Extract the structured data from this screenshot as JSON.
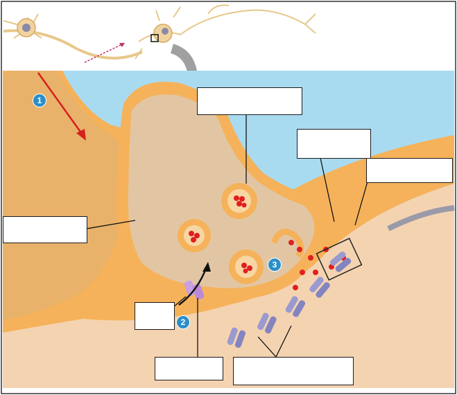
{
  "diagram": {
    "colors": {
      "background_top": "#ffffff",
      "extracellular_fluid": "#a9dbf0",
      "neuron_membrane": "#f5b25a",
      "neuron_fill": "#e8c28b",
      "terminal_interior": "#e2c6a4",
      "postsynaptic_cell": "#f4d3b1",
      "vesicle_fill": "#f7d6a3",
      "neurotransmitter": "#e02020",
      "receptor": "#9a9ad0",
      "step_badge": "#2a8fc9",
      "action_potential_arrow": "#d61f1f",
      "overview_arrow": "#a0a0a0"
    },
    "steps": [
      "1",
      "2",
      "3"
    ],
    "label_boxes": [
      {
        "id": "vesicle-label",
        "text": ""
      },
      {
        "id": "presynaptic-membrane-label",
        "text": ""
      },
      {
        "id": "synaptic-cleft-label",
        "text": ""
      },
      {
        "id": "axon-terminal-label",
        "text": ""
      },
      {
        "id": "calcium-channel-label",
        "text": ""
      },
      {
        "id": "calcium-ion-label",
        "text": ""
      },
      {
        "id": "receptors-label",
        "text": ""
      }
    ]
  }
}
